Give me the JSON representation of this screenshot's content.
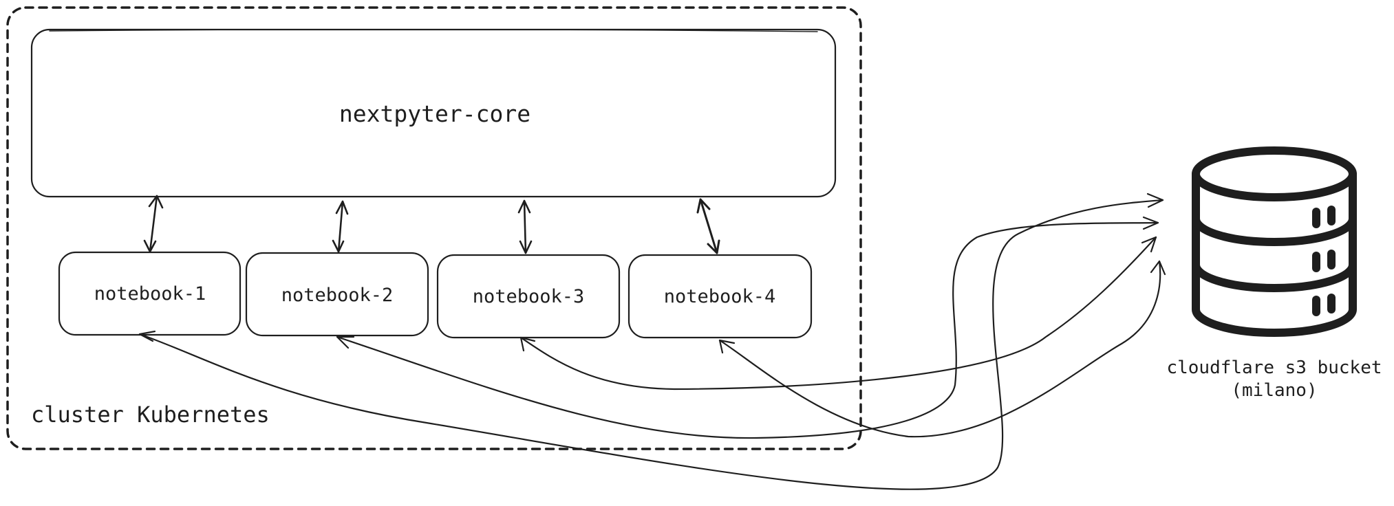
{
  "cluster": {
    "label": "cluster Kubernetes"
  },
  "core": {
    "label": "nextpyter-core"
  },
  "notebooks": [
    {
      "label": "notebook-1"
    },
    {
      "label": "notebook-2"
    },
    {
      "label": "notebook-3"
    },
    {
      "label": "notebook-4"
    }
  ],
  "bucket": {
    "label_line1": "cloudflare s3 bucket",
    "label_line2": "(milano)",
    "icon": "database-icon"
  }
}
